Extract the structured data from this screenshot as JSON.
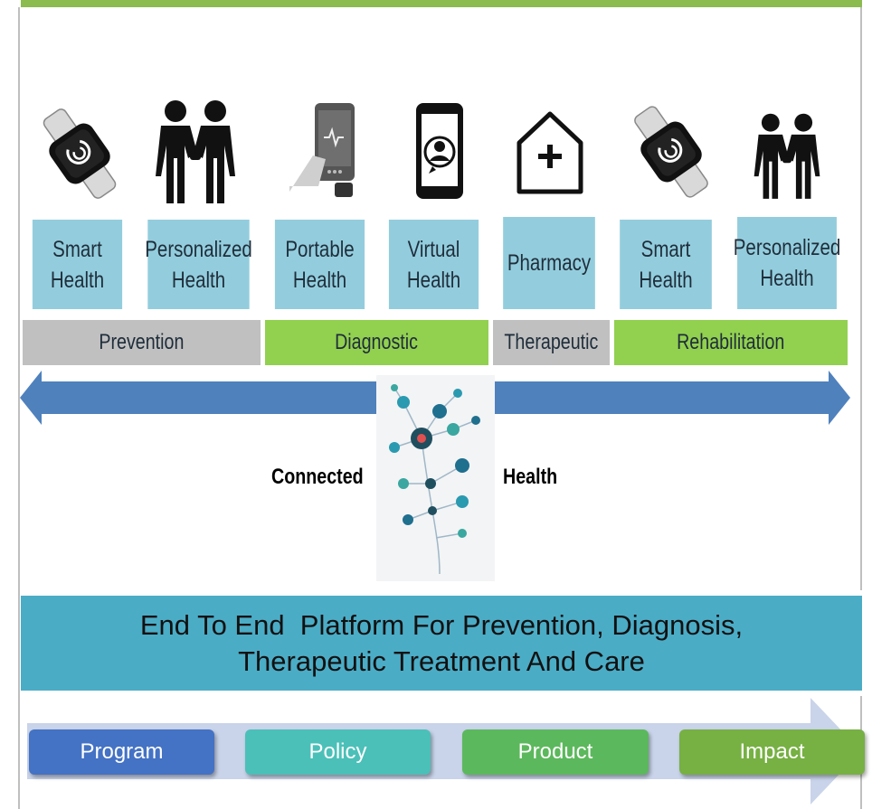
{
  "health_categories": [
    {
      "label": "Smart\nHealth",
      "icon": "smartwatch-icon"
    },
    {
      "label": "Personalized\nHealth",
      "icon": "handshake-icon"
    },
    {
      "label": "Portable\nHealth",
      "icon": "portable-device-icon"
    },
    {
      "label": "Virtual\nHealth",
      "icon": "smartphone-user-icon"
    },
    {
      "label": "Pharmacy",
      "icon": "house-plus-icon"
    },
    {
      "label": "Smart\nHealth",
      "icon": "smartwatch-icon"
    },
    {
      "label": "Personalized\nHealth",
      "icon": "handshake-icon"
    }
  ],
  "stages": [
    {
      "label": "Prevention",
      "color": "#c0c0c0"
    },
    {
      "label": "Diagnostic",
      "color": "#92d050"
    },
    {
      "label": "Therapeutic",
      "color": "#c0c0c0"
    },
    {
      "label": "Rehabilitation",
      "color": "#92d050"
    }
  ],
  "connected": {
    "left_word": "Connected",
    "right_word": "Health",
    "icon": "network-tree-icon"
  },
  "banner": {
    "line1": "End To End  Platform For Prevention, Diagnosis,",
    "line2": "Therapeutic Treatment And Care"
  },
  "pipeline": [
    {
      "label": "Program",
      "color": "#4472c4"
    },
    {
      "label": "Policy",
      "color": "#4bc0b8"
    },
    {
      "label": "Product",
      "color": "#5cb85c"
    },
    {
      "label": "Impact",
      "color": "#77b043"
    }
  ],
  "colors": {
    "accent_green": "#8cbb50",
    "category_blue": "#93cddd",
    "arrow_blue": "#4f81bd",
    "banner_teal": "#4bacc6"
  }
}
